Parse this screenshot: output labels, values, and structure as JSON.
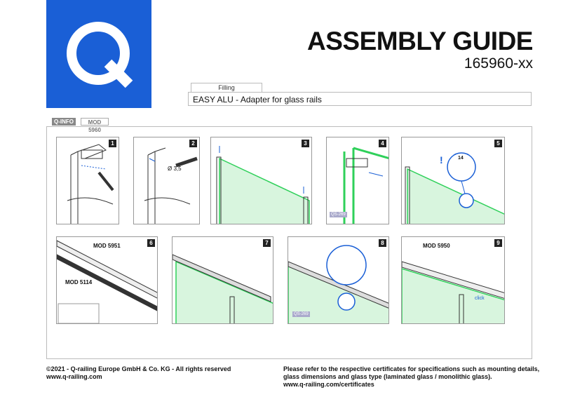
{
  "logo": {
    "letter": "Q",
    "color": "#1a5fd6"
  },
  "header": {
    "title": "ASSEMBLY GUIDE",
    "code": "165960-xx",
    "category": "Filling",
    "subtitle": "EASY ALU - Adapter for glass rails"
  },
  "tags": {
    "info": "Q-INFO",
    "mod": "MOD 5960"
  },
  "steps": [
    {
      "num": "1"
    },
    {
      "num": "2",
      "annotation": "Ø 3,5"
    },
    {
      "num": "3"
    },
    {
      "num": "4",
      "badge": "QS-269"
    },
    {
      "num": "5",
      "dimension": "14",
      "warning": "!"
    },
    {
      "num": "6",
      "label_top": "MOD 5951",
      "label_bottom": "MOD 5114"
    },
    {
      "num": "7"
    },
    {
      "num": "8",
      "badge": "QS-269"
    },
    {
      "num": "9",
      "label_top": "MOD 5950",
      "click": "click"
    }
  ],
  "footer": {
    "copyright": "©2021 - Q-railing Europe GmbH & Co. KG - All rights reserved",
    "website": "www.q-railing.com",
    "note_line1": "Please refer to the respective certificates for specifications such as mounting details,",
    "note_line2": "glass dimensions and glass type (laminated glass / monolithic glass).",
    "note_line3": "www.q-railing.com/certificates"
  },
  "colors": {
    "glass": "#2fd05a",
    "accent": "#1a5fd6"
  }
}
